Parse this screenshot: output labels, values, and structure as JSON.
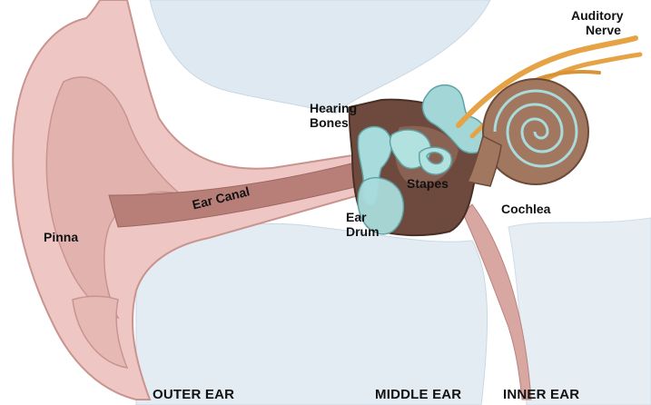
{
  "labels": {
    "auditory_nerve": [
      "Auditory",
      "Nerve"
    ],
    "hearing_bones": [
      "Hearing",
      "Bones"
    ],
    "ear_canal": "Ear Canal",
    "pinna": "Pinna",
    "stapes": "Stapes",
    "ear_drum": [
      "Ear",
      "Drum"
    ],
    "cochlea": "Cochlea"
  },
  "regions": {
    "outer": "OUTER EAR",
    "middle": "MIDDLE EAR",
    "inner": "INNER EAR"
  },
  "colors": {
    "background": "#ffffff",
    "skin": "#eec7c4",
    "skin_dark": "#c9948f",
    "canal": "#b77f78",
    "bone_area": "#dfe9f1",
    "ossicle": "#a8dcdc",
    "middle_cavity": "#6e4a3e",
    "cochlea": "#a27760",
    "nerve": "#e6a346"
  }
}
